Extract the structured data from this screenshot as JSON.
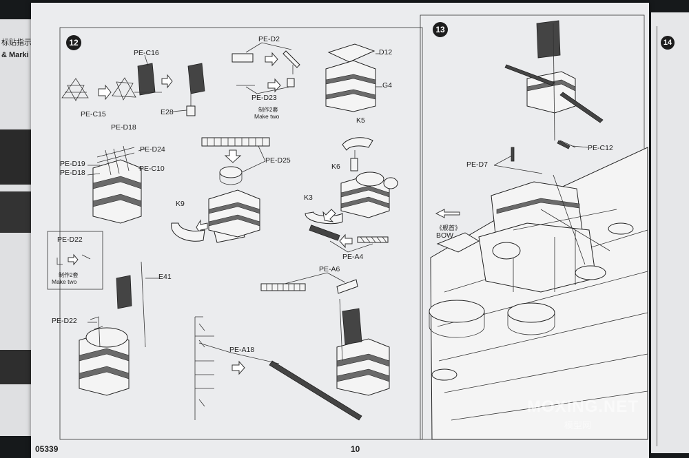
{
  "left_page": {
    "header_cn": "标贴指示",
    "header_en": "& Marki"
  },
  "step12": {
    "number": "12",
    "labels": {
      "pe_c16": "PE-C16",
      "pe_c15": "PE-C15",
      "e28": "E28",
      "pe_d18_a": "PE-D18",
      "pe_d2": "PE-D2",
      "pe_d23": "PE-D23",
      "make_two_cn_a": "制作2套",
      "make_two_a": "Make two",
      "d12": "D12",
      "g4": "G4",
      "pe_d24": "PE-D24",
      "pe_d19": "PE-D19",
      "pe_d18_b": "PE-D18",
      "pe_c10": "PE-C10",
      "pe_d25": "PE-D25",
      "k5": "K5",
      "k6": "K6",
      "k9": "K9",
      "k3": "K3",
      "pe_a4": "PE-A4",
      "pe_d22_box": "PE-D22",
      "make_two_cn_b": "制作2套",
      "make_two_b": "Make two",
      "e41": "E41",
      "pe_d22": "PE-D22",
      "pe_a6": "PE-A6",
      "pe_a18": "PE-A18"
    }
  },
  "step13": {
    "number": "13",
    "labels": {
      "pe_c12": "PE-C12",
      "pe_d7": "PE-D7",
      "bow_cn": "《舰首》",
      "bow": "BOW"
    }
  },
  "right_page": {
    "step_number": "14"
  },
  "footer": {
    "code": "05339",
    "page_number": "10"
  },
  "watermark": {
    "main": "MOXING.NET",
    "sub": "模型网"
  }
}
